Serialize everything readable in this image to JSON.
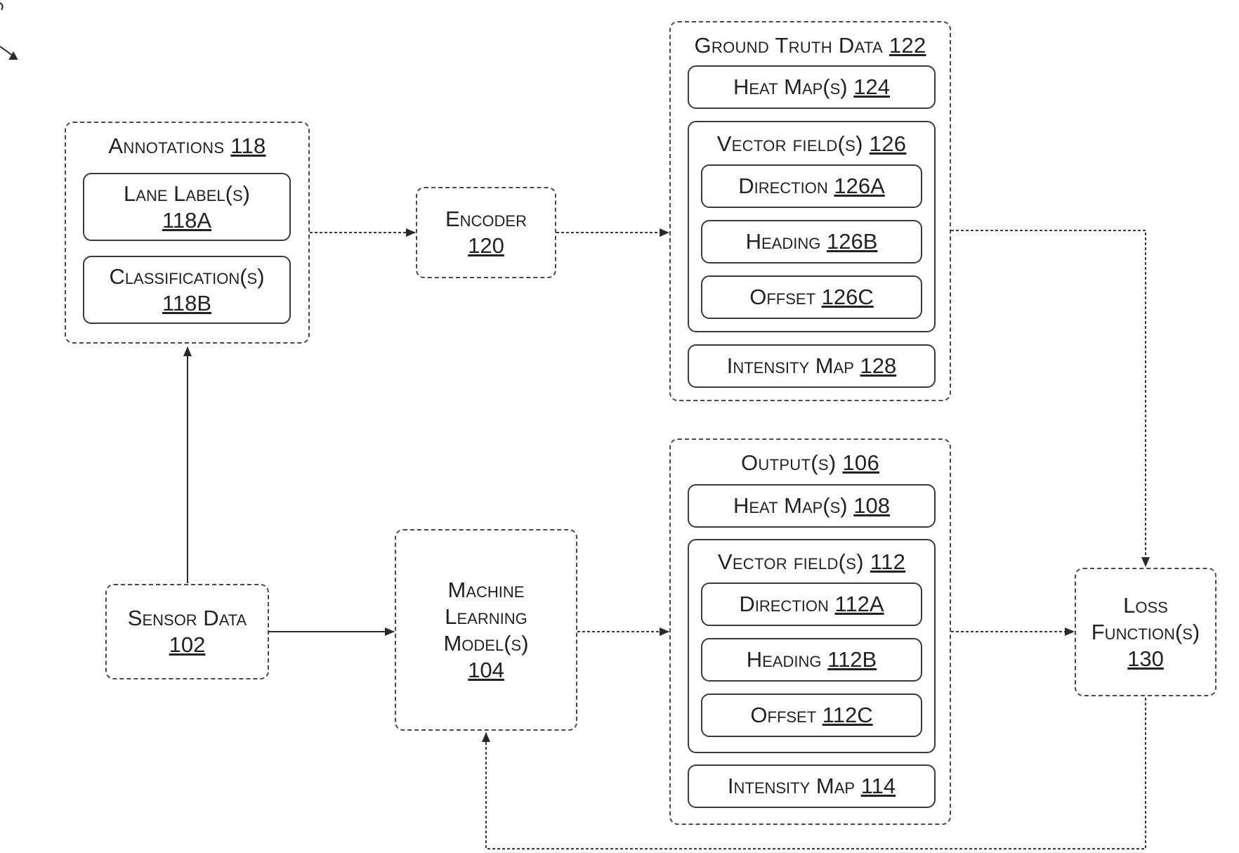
{
  "annotations": {
    "title": "Annotations",
    "ref": "118",
    "lane_labels": {
      "line1": "Lane Label(s)",
      "ref": "118A"
    },
    "classifications": {
      "line1": "Classification(s)",
      "ref": "118B"
    }
  },
  "encoder": {
    "line1": "Encoder",
    "ref": "120"
  },
  "ground_truth": {
    "title": "Ground Truth Data",
    "ref": "122",
    "heat_maps": {
      "label": "Heat Map(s)",
      "ref": "124"
    },
    "vector_fields": {
      "label": "Vector field(s)",
      "ref": "126",
      "direction": {
        "label": "Direction",
        "ref": "126A"
      },
      "heading": {
        "label": "Heading",
        "ref": "126B"
      },
      "offset": {
        "label": "Offset",
        "ref": "126C"
      }
    },
    "intensity_map": {
      "label": "Intensity Map",
      "ref": "128"
    }
  },
  "sensor_data": {
    "line1": "Sensor Data",
    "ref": "102"
  },
  "ml_model": {
    "line1": "Machine",
    "line2": "Learning",
    "line3": "Model(s)",
    "ref": "104"
  },
  "outputs": {
    "title": "Output(s)",
    "ref": "106",
    "heat_maps": {
      "label": "Heat Map(s)",
      "ref": "108"
    },
    "vector_fields": {
      "label": "Vector field(s)",
      "ref": "112",
      "direction": {
        "label": "Direction",
        "ref": "112A"
      },
      "heading": {
        "label": "Heading",
        "ref": "112B"
      },
      "offset": {
        "label": "Offset",
        "ref": "112C"
      }
    },
    "intensity_map": {
      "label": "Intensity Map",
      "ref": "114"
    }
  },
  "loss": {
    "line1": "Loss",
    "line2": "Function(s)",
    "ref": "130"
  },
  "colors": {
    "stroke": "#3a3a3a",
    "background": "#ffffff"
  }
}
